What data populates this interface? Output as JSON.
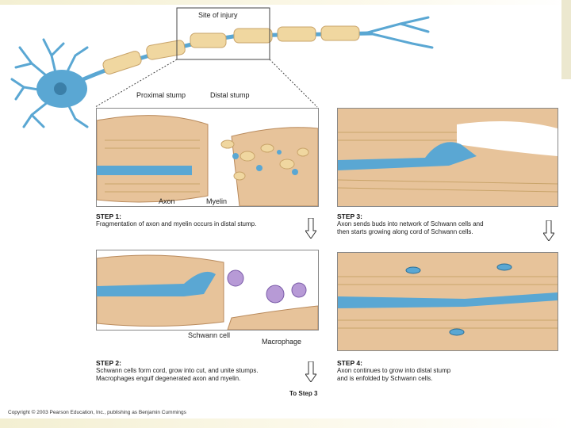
{
  "labels": {
    "site_of_injury": "Site of injury",
    "proximal_stump": "Proximal stump",
    "distal_stump": "Distal stump",
    "axon": "Axon",
    "myelin": "Myelin",
    "schwann_cell": "Schwann cell",
    "macrophage": "Macrophage"
  },
  "steps": [
    {
      "title": "STEP 1:",
      "desc": [
        "Fragmentation of axon and myelin occurs in distal stump."
      ]
    },
    {
      "title": "STEP 2:",
      "desc": [
        "Schwann cells form cord, grow into cut, and unite stumps.",
        "Macrophages engulf degenerated axon and myelin."
      ]
    },
    {
      "title": "STEP 3:",
      "desc": [
        "Axon sends buds into network of Schwann cells and",
        "then starts growing along cord of Schwann cells."
      ]
    },
    {
      "title": "STEP 4:",
      "desc": [
        "Axon continues to grow into distal stump",
        "and is enfolded by Schwann cells."
      ]
    }
  ],
  "to_step_3": "To Step 3",
  "copyright": "Copyright © 2003 Pearson Education, Inc., publishing as Benjamin Cummings",
  "colors": {
    "axon": "#5aa7d3",
    "myelin": "#f0d7a0",
    "tissue": "#e7c39a",
    "schwann": "#eec98d",
    "macrophage": "#b79ad6"
  }
}
